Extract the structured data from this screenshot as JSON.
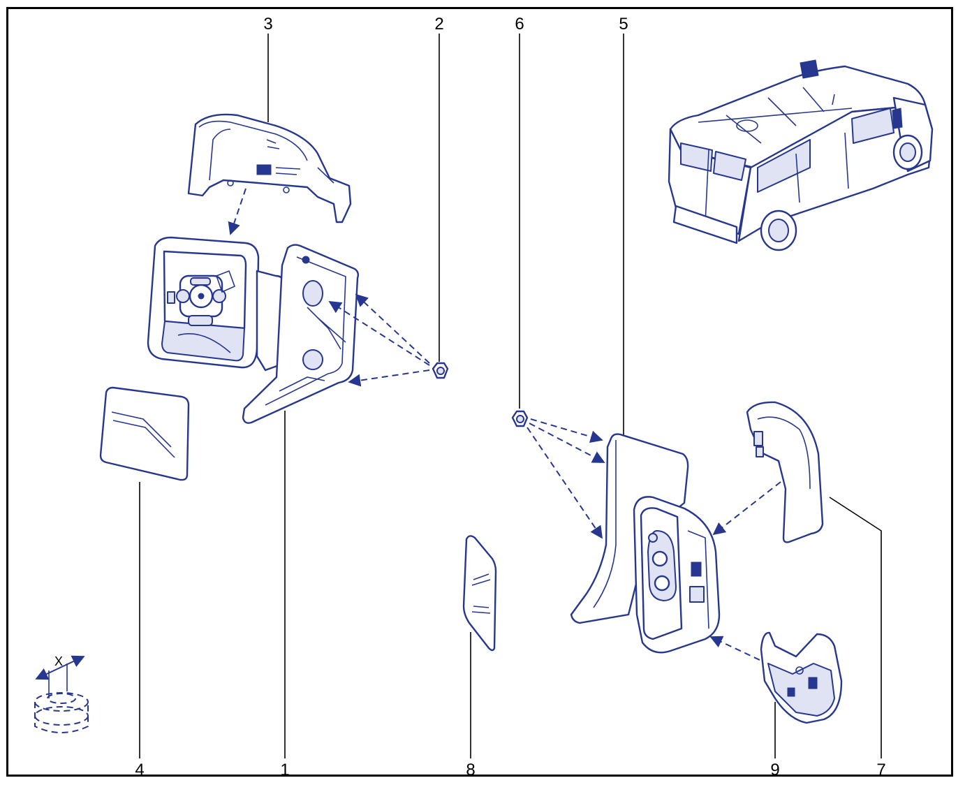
{
  "diagram": {
    "callouts": [
      {
        "id": "callout-1",
        "text": "1"
      },
      {
        "id": "callout-2",
        "text": "2"
      },
      {
        "id": "callout-3",
        "text": "3"
      },
      {
        "id": "callout-4",
        "text": "4"
      },
      {
        "id": "callout-5",
        "text": "5"
      },
      {
        "id": "callout-6",
        "text": "6"
      },
      {
        "id": "callout-7",
        "text": "7"
      },
      {
        "id": "callout-8",
        "text": "8"
      },
      {
        "id": "callout-9",
        "text": "9"
      }
    ],
    "dimension_label": "X",
    "line_color": "#27378f",
    "fill_color": "#dfe3f3"
  }
}
